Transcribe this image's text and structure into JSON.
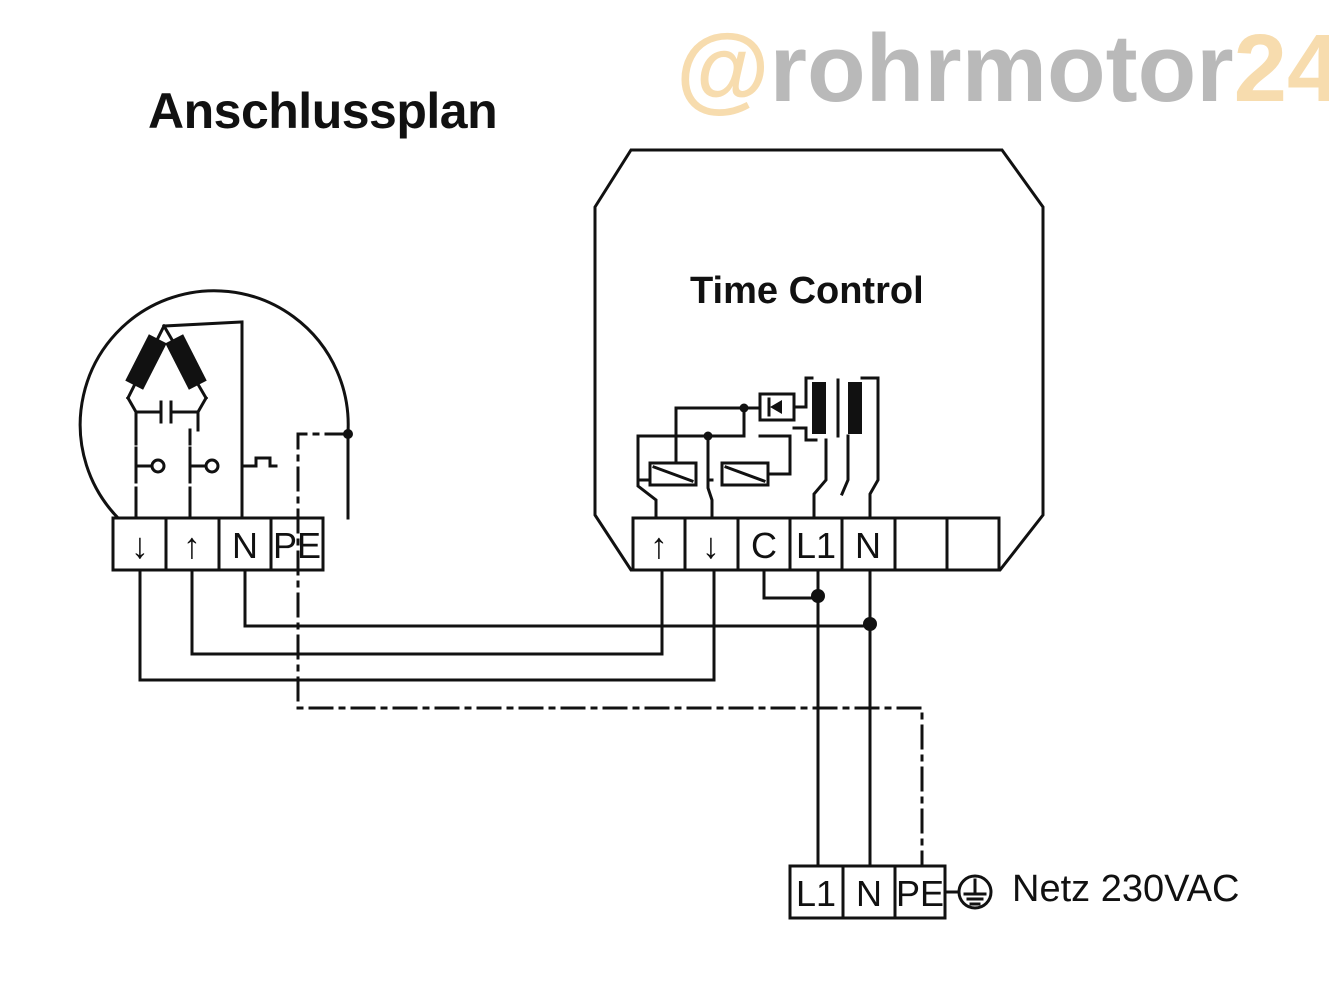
{
  "title": "Anschlussplan",
  "logo": {
    "at": "@",
    "name": "rohrmotor",
    "number": "24"
  },
  "device_title": "Time Control",
  "motor_terminals": [
    "↓",
    "↑",
    "N",
    "PE"
  ],
  "control_terminals": [
    "↑",
    "↓",
    "C",
    "L1",
    "N",
    "",
    ""
  ],
  "mains_terminals": [
    "L1",
    "N",
    "PE"
  ],
  "mains_label": "Netz 230VAC",
  "colors": {
    "line": "#111111",
    "logo_orange": "#f7dcae",
    "logo_gray": "#b9b9b9"
  },
  "icons": [
    "ground-symbol-icon",
    "motor-winding-icon",
    "capacitor-icon",
    "relay-coil-icon",
    "transformer-icon",
    "rectifier-icon"
  ]
}
